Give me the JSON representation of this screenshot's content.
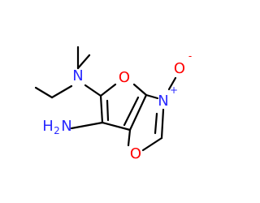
{
  "colors": {
    "bond": "#000000",
    "nitrogen": "#2a2aff",
    "oxygen": "#ff0000",
    "background": "#ffffff"
  },
  "atoms": {
    "n_amine": "N",
    "o_furan": "O",
    "n_oxide": "N",
    "n_oxide_charge": "+",
    "o_oxide": "O",
    "o_oxide_charge": "-",
    "o_oxazole": "O",
    "nh2_h": "H",
    "nh2_sub": "2",
    "nh2_n": "N"
  }
}
